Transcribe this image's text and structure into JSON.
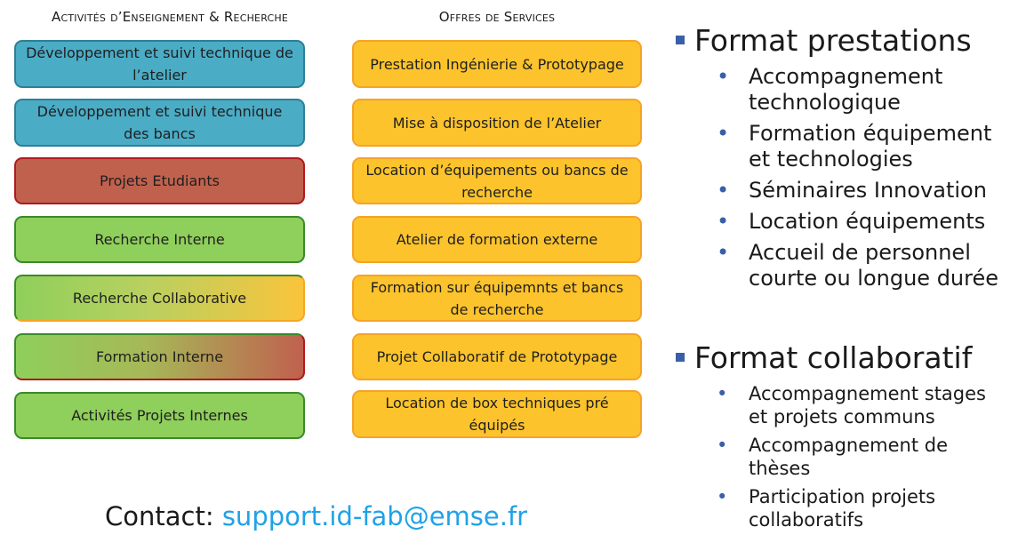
{
  "columns": {
    "left_title": "Activités d’Enseignement & Recherche",
    "middle_title": "Offres de Services"
  },
  "activities": [
    "Développement  et suivi technique de l’atelier",
    "Développement  et suivi technique des bancs",
    "Projets Etudiants",
    "Recherche  Interne",
    "Recherche  Collaborative",
    "Formation Interne",
    "Activités  Projets Internes"
  ],
  "services": [
    "Prestation Ingénierie  &  Prototypage",
    "Mise à disposition de l’Atelier",
    "Location d’équipements ou bancs de recherche",
    "Atelier de formation externe",
    "Formation sur équipemnts et bancs de recherche",
    "Projet Collaboratif de Prototypage",
    "Location de box techniques pré équipés"
  ],
  "colors": {
    "blue": "#4bacc6",
    "red": "#c0614e",
    "green": "#8fcf5b",
    "orange": "#fcc32c",
    "bullet": "#3a5fa8",
    "email": "#1fa2e6"
  },
  "format_prestations": {
    "title": "Format prestations",
    "items": [
      "Accompagnement technologique",
      "Formation équipement et technologies",
      "Séminaires Innovation",
      "Location équipements",
      "Accueil de personnel courte ou longue durée"
    ]
  },
  "format_collaboratif": {
    "title": "Format collaboratif",
    "items": [
      "Accompagnement stages et projets communs",
      "Accompagnement de thèses",
      "Participation projets collaboratifs"
    ]
  },
  "contact": {
    "label": "Contact: ",
    "email": "support.id-fab@emse.fr"
  }
}
